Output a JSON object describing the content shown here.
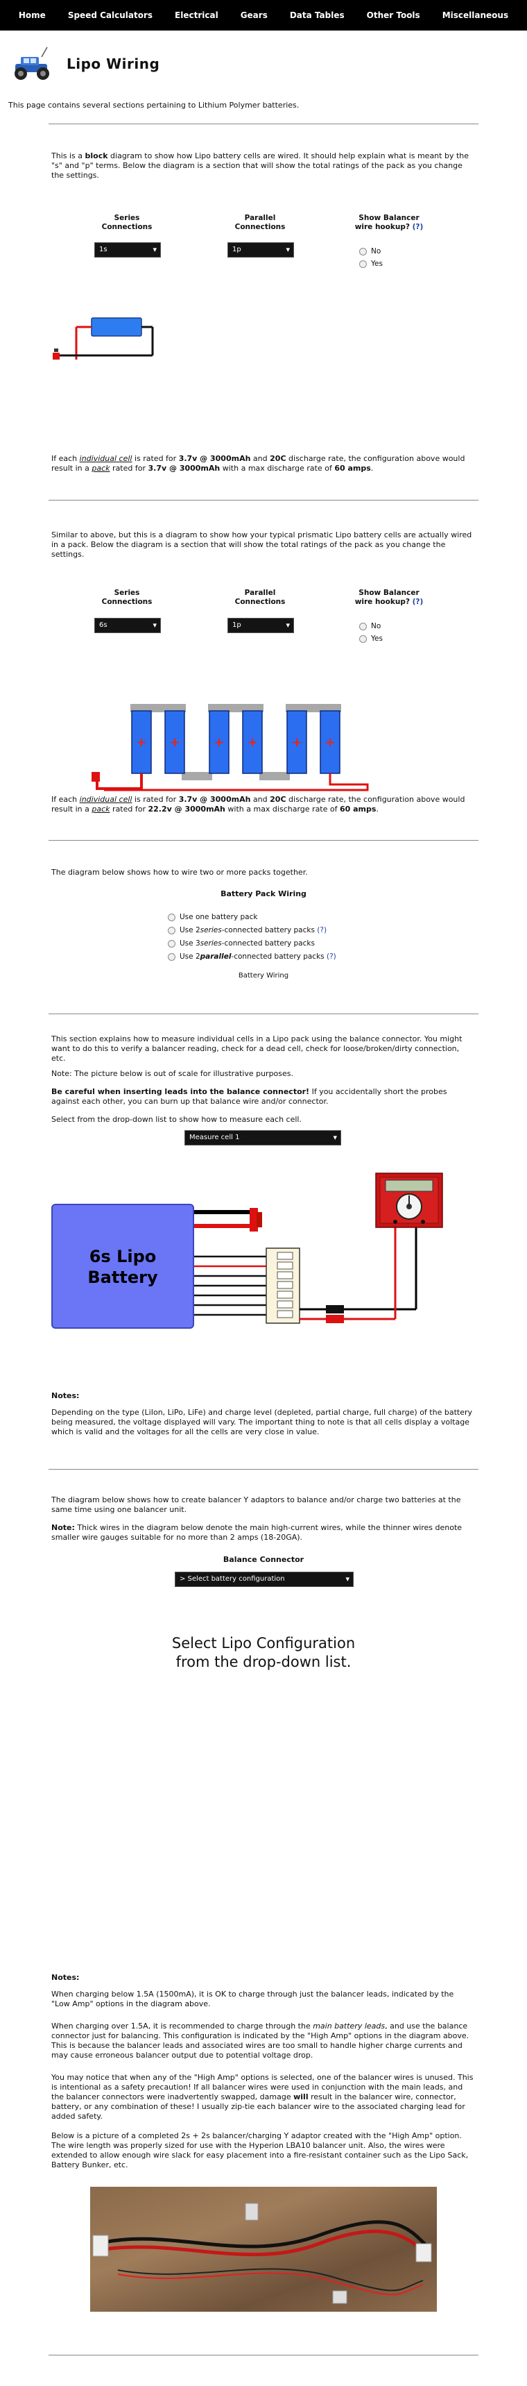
{
  "nav": {
    "items": [
      "Home",
      "Speed Calculators",
      "Electrical",
      "Gears",
      "Data Tables",
      "Other Tools",
      "Miscellaneous"
    ]
  },
  "header": {
    "title": "Lipo Wiring",
    "intro": "This page contains several sections pertaining to Lithium Polymer batteries."
  },
  "section1": {
    "p1": "This is a ",
    "p1_bold": "block",
    "p1_rest": " diagram to show how Lipo battery cells are wired. It should help explain what is meant by the \"s\" and \"p\" terms. Below the diagram is a section that will show the total ratings of the pack as you change the settings.",
    "series_label_1": "Series",
    "series_label_2": "Connections",
    "series_value": "1s",
    "parallel_label_1": "Parallel",
    "parallel_label_2": "Connections",
    "parallel_value": "1p",
    "balancer_label_1": "Show Balancer",
    "balancer_label_2": "wire hookup?",
    "balancer_q": "(?)",
    "opt_no": "No",
    "opt_yes": "Yes",
    "result_a": "If each ",
    "result_cell": "individual cell",
    "result_b": " is rated for ",
    "result_cell_rating": "3.7v @ 3000mAh",
    "result_c": " and ",
    "result_cell_c": "20C",
    "result_d": " discharge rate, the configuration above would result in a ",
    "result_pack": "pack",
    "result_e": " rated for ",
    "result_pack_rating": "3.7v @ 3000mAh",
    "result_f": " with a max discharge rate of ",
    "result_amps": "60 amps",
    "result_g": "."
  },
  "section2": {
    "p1": "Similar to above, but this is a diagram to show how your typical prismatic Lipo battery cells are actually wired in a pack. Below the diagram is a section that will show the total ratings of the pack as you change the settings.",
    "series_value": "6s",
    "parallel_value": "1p",
    "result_pack_rating": "22.2v @ 3000mAh",
    "result_amps": "60 amps"
  },
  "section3": {
    "p1": "The diagram below shows how to wire two or more packs together.",
    "title": "Battery Pack Wiring",
    "opt1": "Use one battery pack",
    "opt2_a": "Use 2 ",
    "opt2_b": "series",
    "opt2_c": "-connected battery packs",
    "opt3_a": "Use 3 ",
    "opt3_b": "series",
    "opt3_c": "-connected battery packs",
    "opt4_a": "Use 2 ",
    "opt4_b": "parallel",
    "opt4_c": "-connected battery packs",
    "q": "(?)",
    "caption": "Battery Wiring"
  },
  "section4": {
    "p1": "This section explains how to measure individual cells in a Lipo pack using the balance connector. You might want to do this to verify a balancer reading, check for a dead cell, check for loose/broken/dirty connection, etc.",
    "p2": "Note: The picture below is out of scale for illustrative purposes.",
    "p3_bold": "Be careful when inserting leads into the balance connector!",
    "p3_rest": " If you accidentally short the probes against each other, you can burn up that balance wire and/or connector.",
    "p4": "Select from the drop-down list to show how to measure each cell.",
    "select_value": "Measure cell 1",
    "battery_line1": "6s Lipo",
    "battery_line2": "Battery",
    "notes_title": "Notes:",
    "notes": "Depending on the type (LiIon, LiPo, LiFe) and charge level (depleted, partial charge, full charge) of the battery being measured, the voltage displayed will vary. The important thing to note is that all cells display a voltage which is valid and the voltages for all the cells are very close in value."
  },
  "section5": {
    "p1": "The diagram below shows how to create balancer Y adaptors to balance and/or charge two batteries at the same time using one balancer unit.",
    "p2_bold": "Note:",
    "p2_rest": " Thick wires in the diagram below denote the main high-current wires, while the thinner wires denote smaller wire gauges suitable for no more than 2 amps (18-20GA).",
    "title": "Balance Connector",
    "select_value": "> Select battery configuration",
    "big_line1": "Select Lipo Configuration",
    "big_line2": "from the drop-down list.",
    "notes_title": "Notes:",
    "n1": "When charging below 1.5A (1500mA), it is OK to charge through just the balancer leads, indicated by the \"Low Amp\" options in the diagram above.",
    "n2_a": "When charging over 1.5A, it is recommended to charge through the ",
    "n2_i": "main battery leads",
    "n2_b": ", and use the balance connector just for balancing. This configuration is indicated by the \"High Amp\" options in the diagram above. This is because the balancer leads and associated wires are too small to handle higher charge currents and may cause erroneous balancer output due to potential voltage drop.",
    "n3_a": "You may notice that when any of the \"High Amp\" options is selected, one of the balancer wires is unused. This is intentional as a safety precaution! If all balancer wires were used in conjunction with the main leads, and the balancer connectors were inadvertently swapped, damage ",
    "n3_b": "will",
    "n3_c": " result in the balancer wire, connector, battery, or any combination of these! I usually zip-tie each balancer wire to the associated charging lead for added safety.",
    "n4": "Below is a picture of a completed 2s + 2s balancer/charging Y adaptor created with the \"High Amp\" option. The wire length was properly sized for use with the Hyperion LBA10 balancer unit. Also, the wires were extended to allow enough wire slack for easy placement into a fire-resistant container such as the Lipo Sack, Battery Bunker, etc."
  }
}
